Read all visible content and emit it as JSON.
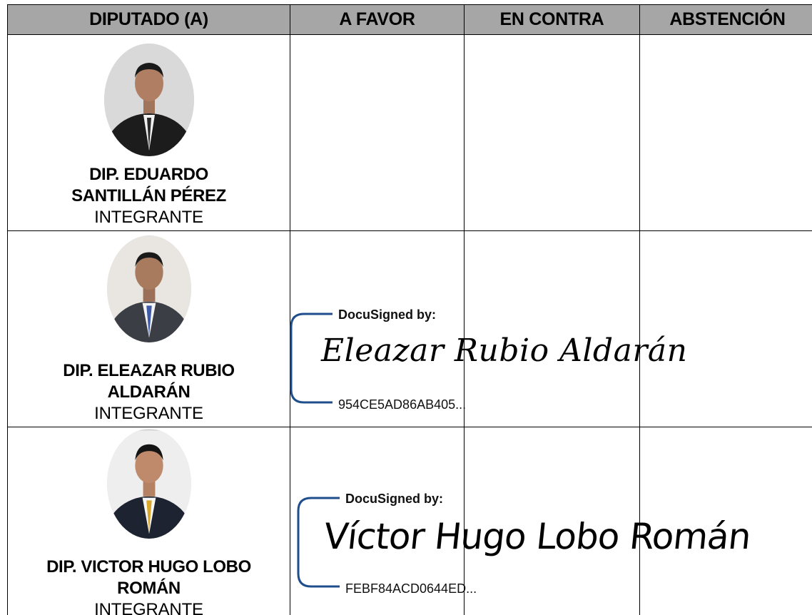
{
  "table": {
    "headers": {
      "member": "DIPUTADO (A)",
      "favor": "A FAVOR",
      "against": "EN CONTRA",
      "abstention": "ABSTENCIÓN"
    },
    "rows": [
      {
        "name": "DIP. EDUARDO SANTILLÁN PÉREZ",
        "role": "INTEGRANTE",
        "photo": "portrait-photo",
        "photo_bg": "#d9d9d9",
        "suit_color": "#1c1c1c",
        "tie_color": "#2a2a2a"
      },
      {
        "name": "DIP. ELEAZAR RUBIO ALDARÁN",
        "role": "INTEGRANTE",
        "photo": "portrait-photo",
        "photo_bg": "#e9e6e2",
        "suit_color": "#3b3e44",
        "tie_color": "#3e5aa8"
      },
      {
        "name": "DIP. VICTOR HUGO LOBO ROMÁN",
        "role": "INTEGRANTE",
        "photo": "portrait-photo",
        "photo_bg": "#eeeeee",
        "suit_color": "#1d2330",
        "tie_color": "#d9a72c"
      }
    ]
  },
  "signatures": [
    {
      "header": "DocuSigned by:",
      "signature": "Eleazar Rubio Aldarán",
      "envelope_id": "954CE5AD86AB405..."
    },
    {
      "header": "DocuSigned by:",
      "signature": "Víctor Hugo Lobo Román",
      "envelope_id": "FEBF84ACD0644ED..."
    }
  ],
  "colors": {
    "header_bg": "#a6a6a6",
    "docusign_bracket": "#1f4e8c"
  }
}
